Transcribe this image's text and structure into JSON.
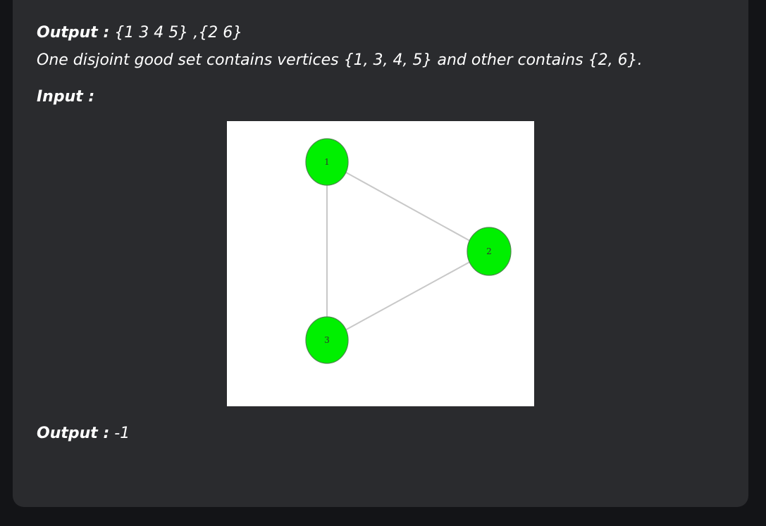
{
  "content": {
    "output1": {
      "label": "Output :",
      "value": " {1 3 4 5} ,{2 6}"
    },
    "explanation": "One disjoint good set contains vertices {1, 3, 4, 5} and other contains {2, 6}.",
    "input_label": "Input :",
    "output2": {
      "label": "Output :",
      "value": " -1"
    }
  },
  "graph": {
    "nodes": [
      {
        "label": "1"
      },
      {
        "label": "2"
      },
      {
        "label": "3"
      }
    ],
    "edges": [
      [
        "1",
        "2"
      ],
      [
        "1",
        "3"
      ],
      [
        "2",
        "3"
      ]
    ],
    "colors": {
      "node_fill": "#00f000",
      "node_stroke": "#4a8a4a",
      "edge": "#c8c8c8",
      "label": "#333333"
    }
  },
  "theme": {
    "page_bg": "#131417",
    "card_bg": "#2a2b2e",
    "text": "#ffffff",
    "figure_bg": "#ffffff"
  }
}
